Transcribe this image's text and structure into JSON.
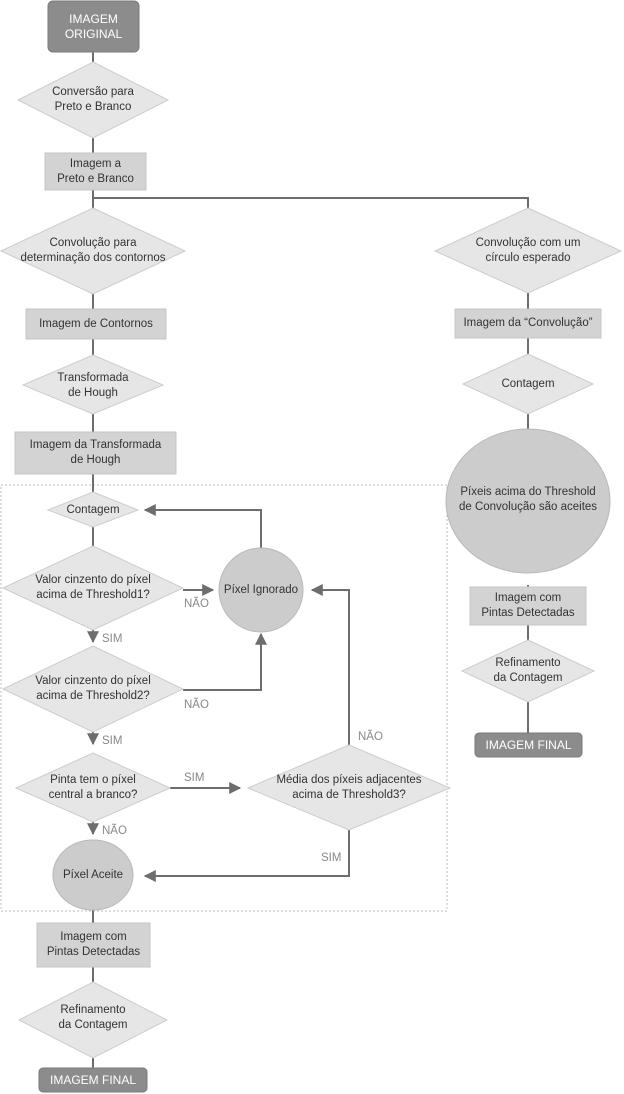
{
  "colors": {
    "dark_box": "#8c8c8c",
    "light_box": "#d3d3d3",
    "diamond": "#e6e6e6",
    "circle": "#cccccc",
    "line": "#6d6d6d",
    "dotted": "#bcbcbc"
  },
  "nodes": {
    "imagem_original": "IMAGEM\nORIGINAL",
    "conversao": "Conversão para\nPreto e Branco",
    "imagem_pb": "Imagem a\nPreto e Branco",
    "conv_contornos": "Convolução para\ndeterminação dos contornos",
    "imagem_contornos": "Imagem de Contornos",
    "transformada": "Transformada\nde Hough",
    "imagem_transformada": "Imagem da Transformada\nde Hough",
    "contagem_left": "Contagem",
    "valor_t1": "Valor cinzento do píxel\nacima de Threshold1?",
    "pixel_ignorado": "Píxel Ignorado",
    "valor_t2": "Valor cinzento do píxel\nacima de Threshold2?",
    "pinta_central": "Pinta tem o píxel\ncentral a branco?",
    "media": "Média dos píxeis adjacentes\nacima de Threshold3?",
    "pixel_aceite": "Píxel Aceite",
    "imagem_pintas_left": "Imagem com\nPintas Detectadas",
    "refinamento_left": "Refinamento\nda Contagem",
    "imagem_final_left": "IMAGEM FINAL",
    "conv_circulo": "Convolução com um\ncírculo esperado",
    "imagem_convolucao": "Imagem da “Convolução”",
    "contagem_right": "Contagem",
    "pixeis_acima": "Píxeis acima do Threshold\nde Convolução são aceites",
    "imagem_pintas_right": "Imagem com\nPintas Detectadas",
    "refinamento_right": "Refinamento\nda Contagem",
    "imagem_final_right": "IMAGEM FINAL"
  },
  "edge_labels": {
    "t1_nao": "NÃO",
    "t1_sim": "SIM",
    "t2_nao": "NÃO",
    "t2_sim": "SIM",
    "pinta_sim": "SIM",
    "pinta_nao": "NÃO",
    "media_nao": "NÃO",
    "media_sim": "SIM"
  }
}
